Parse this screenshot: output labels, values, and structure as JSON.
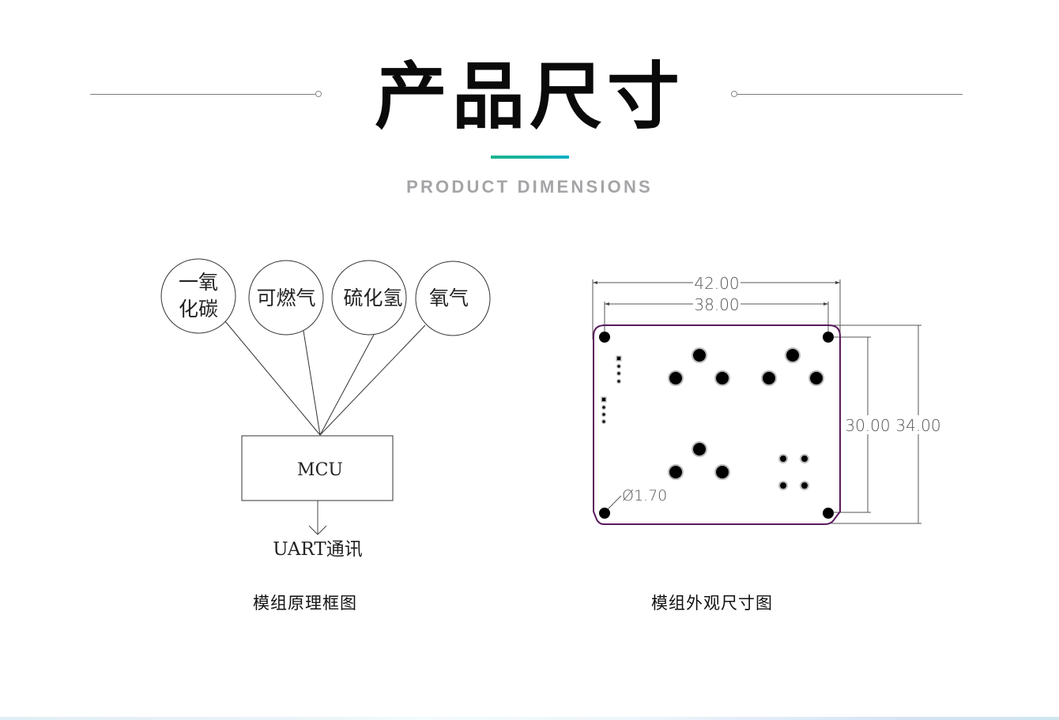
{
  "header": {
    "title_cn": "产品尺寸",
    "title_en": "PRODUCT DIMENSIONS",
    "accent_gradient": [
      "#1db38e",
      "#10b0c8"
    ]
  },
  "block_diagram": {
    "sensors": [
      {
        "label_line1": "一氧",
        "label_line2": "化碳"
      },
      {
        "label_line1": "可燃气",
        "label_line2": ""
      },
      {
        "label_line1": "硫化氢",
        "label_line2": ""
      },
      {
        "label_line1": "氧气",
        "label_line2": ""
      }
    ],
    "mcu_label": "MCU",
    "output_label": "UART通讯",
    "caption": "模组原理框图"
  },
  "dimension_drawing": {
    "width_outer": "42.00",
    "width_inner": "38.00",
    "height_inner": "30.00",
    "height_outer": "34.00",
    "hole_diameter": "Ø1.70",
    "board_outline_color": "#5a1a5e",
    "caption": "模组外观尺寸图"
  }
}
